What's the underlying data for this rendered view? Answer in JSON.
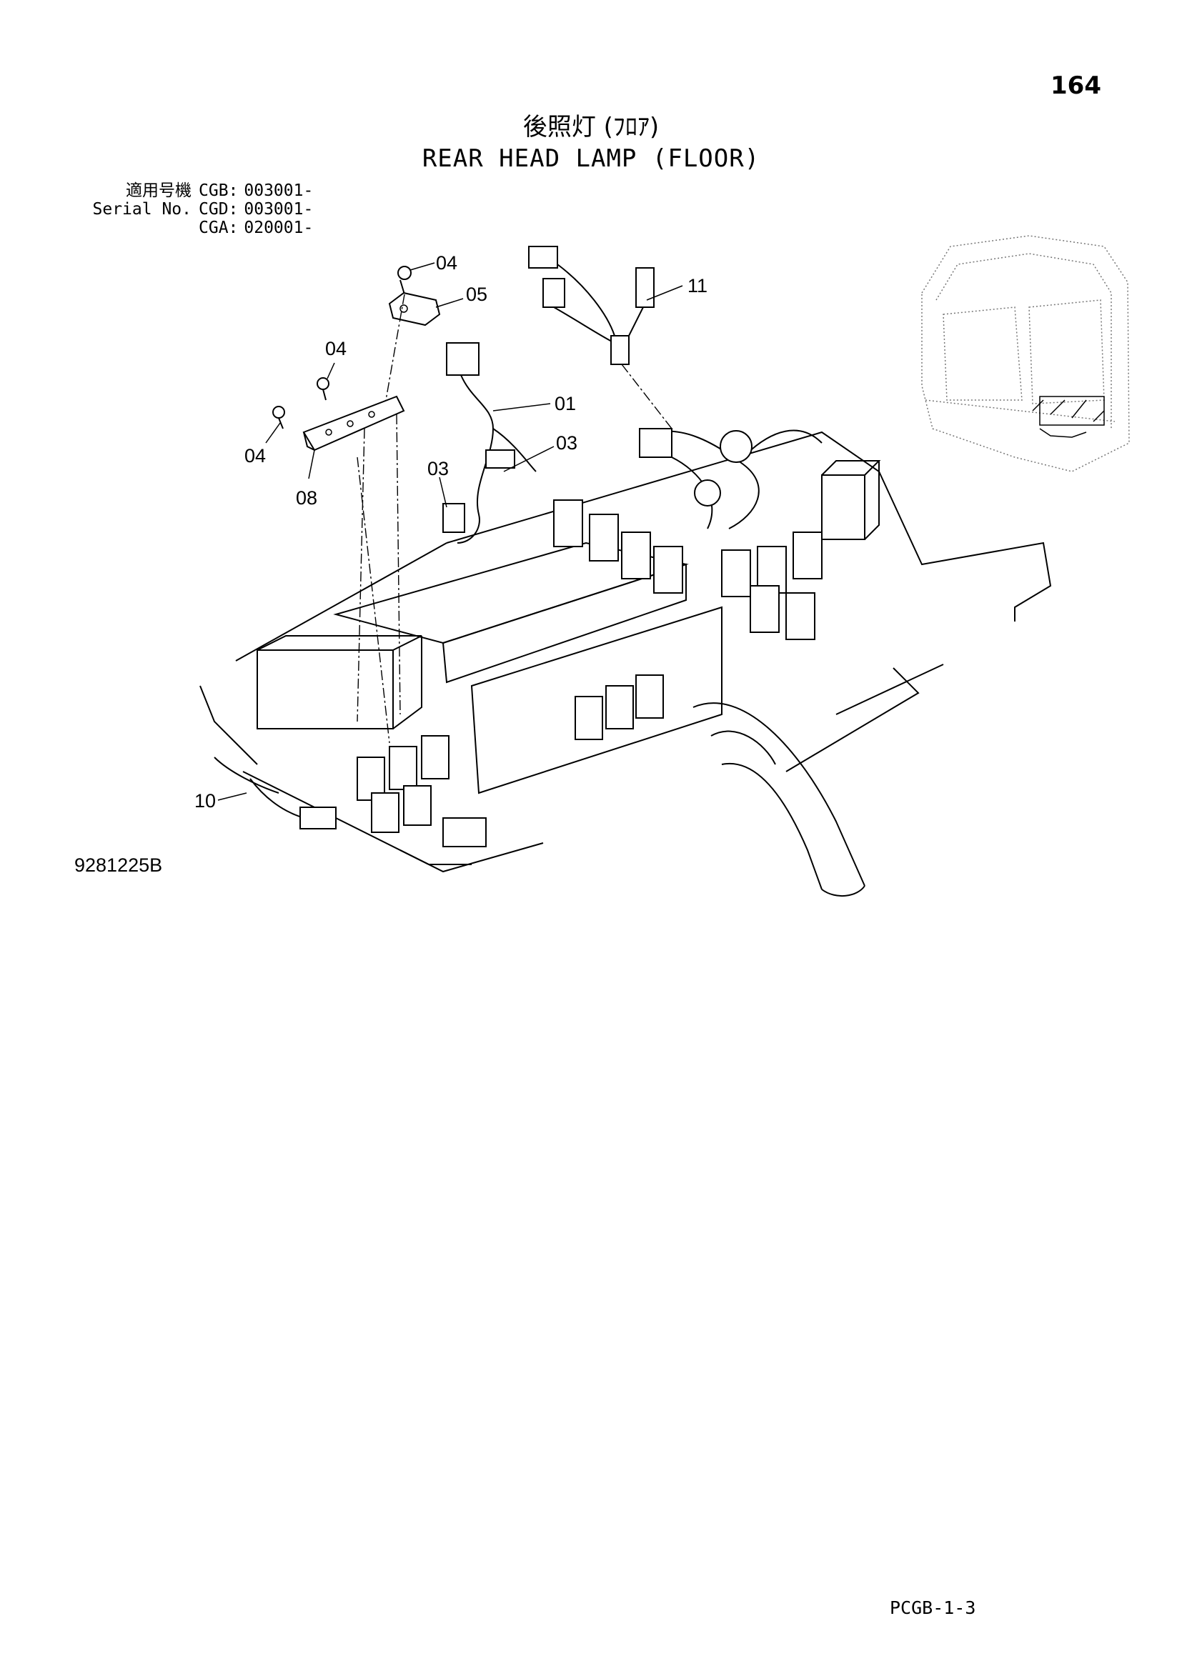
{
  "page": {
    "page_number": "164",
    "title_jp": "後照灯 (ﾌﾛｱ)",
    "title_en": "REAR HEAD LAMP (FLOOR)",
    "footer_code": "PCGB-1-3",
    "drawing_code": "9281225B"
  },
  "serial": {
    "label_jp": "適用号機",
    "label_en": "Serial No.",
    "rows": [
      {
        "model": "CGB:",
        "range": "003001-"
      },
      {
        "model": "CGD:",
        "range": "003001-"
      },
      {
        "model": "CGA:",
        "range": "020001-"
      }
    ]
  },
  "callouts": {
    "c04a": "04",
    "c05": "05",
    "c11": "11",
    "c04b": "04",
    "c01": "01",
    "c03a": "03",
    "c04c": "04",
    "c03b": "03",
    "c08": "08",
    "c10": "10"
  },
  "icons": {
    "machine_thumbnail": "excavator-cab-icon",
    "assembly": "floor-electrical-assembly-drawing"
  }
}
